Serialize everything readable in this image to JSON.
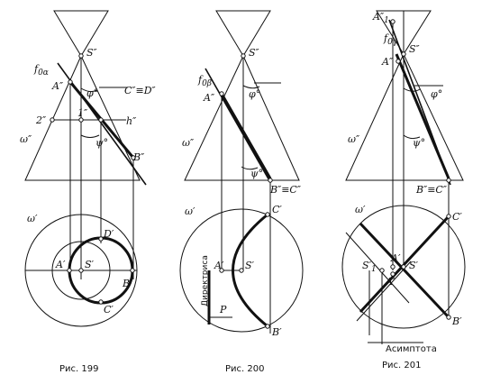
{
  "figures": [
    {
      "caption": "Рис. 199",
      "labels": {
        "apex": "S″",
        "trace": "f",
        "trace_sub": "0α",
        "a2": "A″",
        "phi": "φ°",
        "cd": "C″≡D″",
        "two": "2″",
        "one": "1″",
        "h": "h″",
        "psi": "ψ°",
        "b2": "B″",
        "omega2": "ω″",
        "omega1": "ω′",
        "d1": "D′",
        "a1": "A′",
        "s1": "S′",
        "b1": "B′",
        "c1": "C′"
      }
    },
    {
      "caption": "Рис. 200",
      "labels": {
        "apex": "S″",
        "trace": "f",
        "trace_sub": "0β",
        "a2": "A″",
        "phi": "φ°",
        "omega2": "ω″",
        "psi": "ψ°",
        "bc": "B″≡C″",
        "omega1": "ω′",
        "c1": "C′",
        "a1": "A′",
        "s1": "S′",
        "directrix": "Директриса",
        "p": "P",
        "b1": "B′"
      }
    },
    {
      "caption": "Рис. 201",
      "labels": {
        "a1top": "A″",
        "a1top_sub": "1",
        "trace": "f",
        "trace_sub": "0γ",
        "apex": "S″",
        "a2": "A″",
        "phi": "φ°",
        "omega2": "ω″",
        "psi": "ψ°",
        "bc": "B″≡C″",
        "omega1": "ω′",
        "c1": "C′",
        "s1a": "S′",
        "s1a_sub": "1",
        "a1": "A′",
        "s1": "S′",
        "a1b": "A′",
        "b1": "B′",
        "asymptote": "Асимптота"
      }
    }
  ]
}
